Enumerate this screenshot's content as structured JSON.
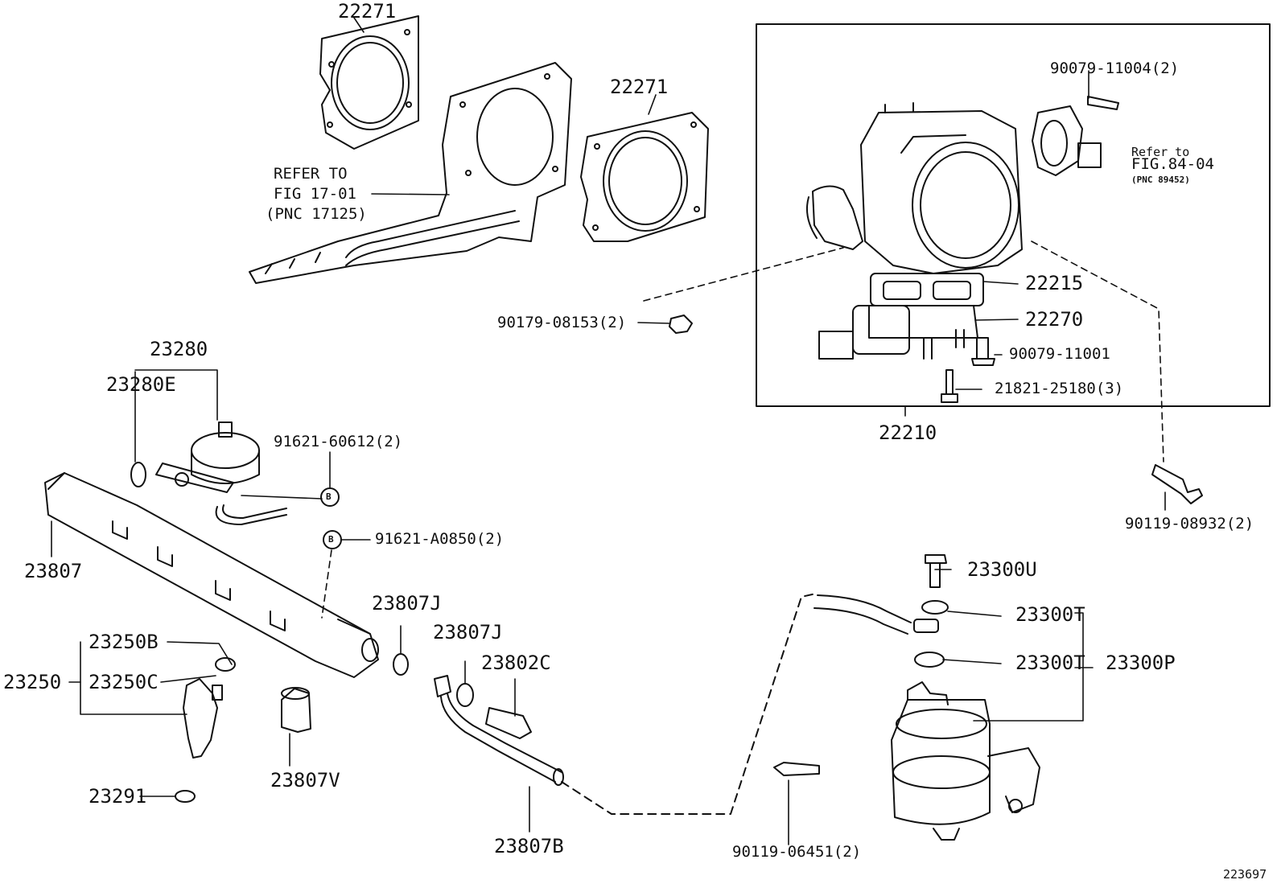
{
  "colors": {
    "ink": "#111111",
    "background": "#ffffff"
  },
  "labels": {
    "p22271_a": "22271",
    "p22271_b": "22271",
    "refer_fig17_line1": "REFER TO",
    "refer_fig17_line2": "FIG 17-01",
    "refer_fig17_line3": "(PNC 17125)",
    "p90079_11004": "90079-11004(2)",
    "refer_fig84_line1": "Refer to",
    "refer_fig84_line2": "FIG.84-04",
    "refer_fig84_line3": "(PNC 89452)",
    "p22215": "22215",
    "p22270": "22270",
    "p90079_11001": "90079-11001",
    "p21821_25180": "21821-25180(3)",
    "p22210": "22210",
    "p90179_08153": "90179-08153(2)",
    "p23280": "23280",
    "p23280E": "23280E",
    "p91621_60612": "91621-60612(2)",
    "p90119_08932": "90119-08932(2)",
    "p91621_A0850": "91621-A0850(2)",
    "p23807": "23807",
    "p23807J_a": "23807J",
    "p23807J_b": "23807J",
    "p23802C": "23802C",
    "p23300U": "23300U",
    "p23300T_a": "23300T",
    "p23300T_b": "23300T",
    "p23300P": "23300P",
    "p23250B": "23250B",
    "p23250": "23250",
    "p23250C": "23250C",
    "p23807V": "23807V",
    "p23291": "23291",
    "p23807B": "23807B",
    "p90119_06451": "90119-06451(2)",
    "bolt_marker_a": "B",
    "bolt_marker_b": "B",
    "diagram_number": "223697"
  }
}
